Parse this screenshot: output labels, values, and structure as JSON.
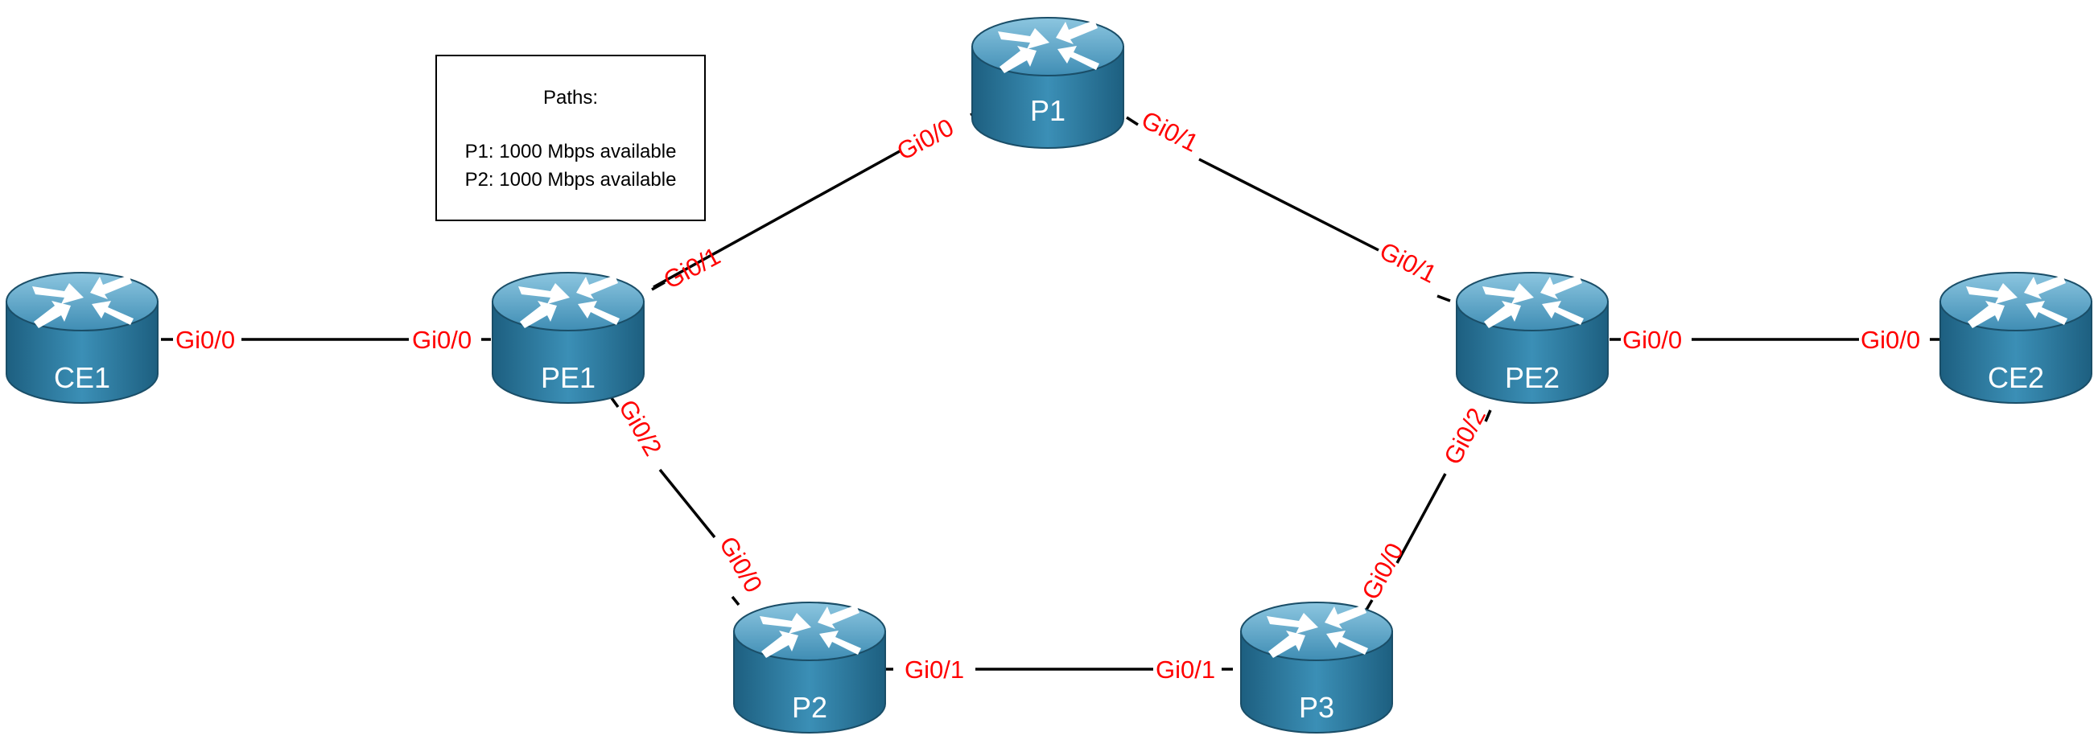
{
  "info_box": {
    "title": "Paths:",
    "line1": "P1: 1000 Mbps available",
    "line2": "P2: 1000 Mbps available"
  },
  "routers": {
    "CE1": "CE1",
    "PE1": "PE1",
    "P1": "P1",
    "P2": "P2",
    "P3": "P3",
    "PE2": "PE2",
    "CE2": "CE2"
  },
  "ports": {
    "ce1_gi00": "Gi0/0",
    "pe1_gi00": "Gi0/0",
    "pe1_gi01": "Gi0/1",
    "pe1_gi02": "Gi0/2",
    "p1_gi00": "Gi0/0",
    "p1_gi01": "Gi0/1",
    "pe2_gi01": "Gi0/1",
    "pe2_gi00": "Gi0/0",
    "pe2_gi02": "Gi0/2",
    "ce2_gi00": "Gi0/0",
    "p2_gi00": "Gi0/0",
    "p2_gi01": "Gi0/1",
    "p3_gi01": "Gi0/1",
    "p3_gi00": "Gi0/0"
  },
  "colors": {
    "port_label": "#ff0000",
    "router_body": "#2f7fa6",
    "router_top": "#5ea9cb",
    "link": "#000000"
  },
  "icons": {
    "router": "router-icon"
  }
}
